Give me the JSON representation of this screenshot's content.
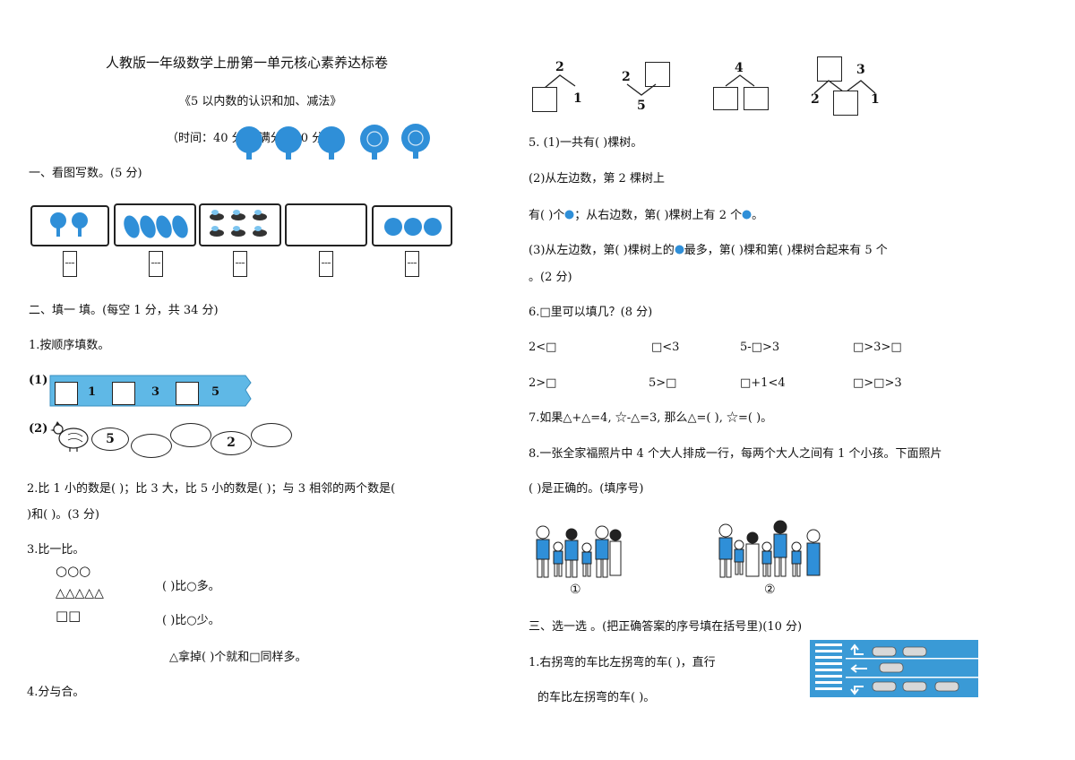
{
  "header": {
    "title": "人教版一年级数学上册第一单元核心素养达标卷",
    "subtitle": "《5 以内数的认识和加、减法》",
    "time_score": "（时间：40 分钟  满分:100 分）"
  },
  "s1": {
    "heading": "一、看图写数。(5 分)"
  },
  "s2": {
    "heading": "二、填一 填。(每空 1 分，共 34 分)",
    "q1": {
      "text": "1.按顺序填数。",
      "p1": "(1)",
      "p2": "(2)",
      "strip_numbers": [
        "1",
        "3",
        "5"
      ],
      "oval_numbers": [
        "5",
        "2"
      ]
    },
    "q2": {
      "line1": " 2.比 1 小的数是(   )；比 3 大，比 5 小的数是(   )；与 3 相邻的两个数是(",
      "line2": ")和(     )。(3 分)"
    },
    "q3": {
      "text": "3.比一比。",
      "circles": "○○○",
      "triangles": "△△△△△",
      "squares": "□□",
      "blank1": "(     )比○多。",
      "blank2": "(     )比○少。",
      "blank3": "△拿掉(       )个就和□同样多。"
    },
    "q4": {
      "text": "4.分与合。"
    }
  },
  "fenhe": {
    "d1": {
      "top": "2",
      "right": "1"
    },
    "d2": {
      "left": "2",
      "bottom": "5"
    },
    "d3": {
      "top": "4"
    },
    "d4": {
      "top": "3",
      "left": "2",
      "right": "1"
    }
  },
  "q5": {
    "a": "5. (1)一共有(      )棵树。",
    "b": "(2)从左边数，第 2 棵树上",
    "c1": "有(    )个",
    "c2": "；从右边数，第(    )棵树上有 2 个",
    "c3": "。",
    "d1": "(3)从左边数，第(      )棵树上的",
    "d2": "最多，第(      )棵和第(    )棵树合起来有 5 个",
    "e": "。(2 分)"
  },
  "q6": {
    "text": "6.□里可以填几？(8 分)",
    "row1": [
      "2<□",
      "□<3",
      "5-□>3",
      "□>3>□"
    ],
    "row2": [
      "2>□",
      "5>□",
      "□+1<4",
      "□>□>3"
    ]
  },
  "q7": {
    "text": "7.如果△+△=4, ☆-△=3, 那么△=(       ), ☆=(        )。"
  },
  "q8": {
    "line1": " 8.一张全家福照片中 4 个大人排成一行，每两个大人之间有 1 个小孩。下面照片",
    "line2": " (       )是正确的。(填序号)",
    "labels": [
      "①",
      "②"
    ]
  },
  "s3": {
    "heading": "三、选一选  。(把正确答案的序号填在括号里)(10 分)",
    "q1a": " 1.右拐弯的车比左拐弯的车(    )，直行",
    "q1b": " 的车比左拐弯的车(    )。"
  },
  "colors": {
    "accent": "#2f8fd8",
    "strip": "#5fb8e6"
  }
}
